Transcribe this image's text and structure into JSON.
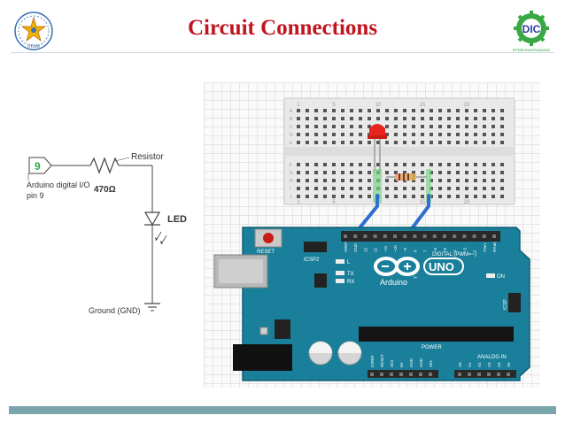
{
  "slide": {
    "title": "Circuit Connections",
    "accent_color": "#c0141f",
    "footer_color": "#7aa5ad"
  },
  "logos": {
    "left": {
      "icon": "iittm-star-logo",
      "text": "IITDM"
    },
    "right": {
      "icon": "dic-gear-logo",
      "text": "DIC",
      "caption": "IIITDM Kancheepuram"
    }
  },
  "schematic": {
    "pin_number": "9",
    "resistor_label": "Resistor",
    "resistor_value": "470Ω",
    "pin_label_line1": "Arduino digital I/O",
    "pin_label_line2": "pin 9",
    "led_label": "LED",
    "ground_label": "Ground (GND)"
  },
  "breadboard": {
    "col_numbers": [
      "1",
      "5",
      "10",
      "15",
      "20"
    ],
    "rows_top": [
      "A",
      "B",
      "C",
      "D",
      "E"
    ],
    "rows_bottom": [
      "F",
      "G",
      "H",
      "I",
      "J"
    ]
  },
  "arduino": {
    "board_color": "#1a7f9a",
    "reset_label": "RESET",
    "icsp2_label": "ICSP2",
    "digital_label": "DIGITAL (PWM=~)",
    "uno_label": "UNO",
    "brand_label": "Arduino",
    "tm_label": "™",
    "on_label": "ON",
    "icsp_label": "ICSP",
    "led_l": "L",
    "led_tx": "TX",
    "led_rx": "RX",
    "power_label": "POWER",
    "analog_label": "ANALOG IN",
    "pin_labels_top": [
      "AREF",
      "GND",
      "13",
      "12",
      "~11",
      "~10",
      "~9",
      "8",
      "7",
      "~6",
      "~5",
      "4",
      "~3",
      "2",
      "TX▸1",
      "RX◂0"
    ],
    "pin_labels_power": [
      "IOREF",
      "RESET",
      "3V3",
      "5V",
      "GND",
      "GND",
      "VIN"
    ],
    "pin_labels_analog": [
      "A0",
      "A1",
      "A2",
      "A3",
      "A4",
      "A5"
    ]
  }
}
